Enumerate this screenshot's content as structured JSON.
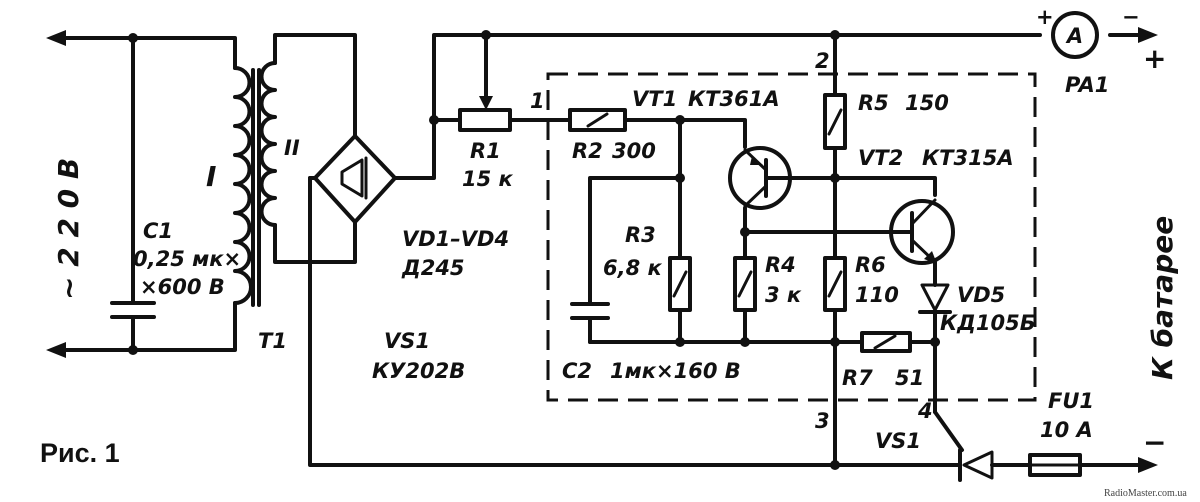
{
  "figure_caption": "Рис. 1",
  "mains_voltage": "~ 2 2 0 В",
  "battery_label": "К батарее",
  "plus_sign": "+",
  "minus_sign": "−",
  "ammeter": {
    "symbol": "A",
    "ref": "PA1",
    "plus": "+",
    "minus": "−"
  },
  "transformer": {
    "ref": "T1",
    "primary": "I",
    "secondary": "II"
  },
  "capacitor_c1": {
    "ref": "C1",
    "value1": "0,25 мк×",
    "value2": "×600 В"
  },
  "bridge": {
    "ref": "VD1–VD4",
    "type": "Д245"
  },
  "thyristor_note": {
    "ref": "VS1",
    "type": "КУ202В"
  },
  "r1": {
    "ref": "R1",
    "value": "15 к"
  },
  "r2": {
    "ref": "R2",
    "value": "300"
  },
  "r3": {
    "ref": "R3",
    "value": "6,8 к"
  },
  "r4": {
    "ref": "R4",
    "value": "3 к"
  },
  "r5": {
    "ref": "R5",
    "value": "150"
  },
  "r6": {
    "ref": "R6",
    "value": "110"
  },
  "r7": {
    "ref": "R7",
    "value": "51"
  },
  "vt1": {
    "ref": "VT1",
    "type": "КТ361А"
  },
  "vt2": {
    "ref": "VT2",
    "type": "КТ315А"
  },
  "vd5": {
    "ref": "VD5",
    "type": "КД105Б"
  },
  "c2": {
    "ref": "C2",
    "value": "1мк×160 В"
  },
  "fu1": {
    "ref": "FU1",
    "value": "10 А"
  },
  "vs1_ref": "VS1",
  "nodes": {
    "n1": "1",
    "n2": "2",
    "n3": "3",
    "n4": "4"
  },
  "watermark": "RadioMaster.com.ua"
}
